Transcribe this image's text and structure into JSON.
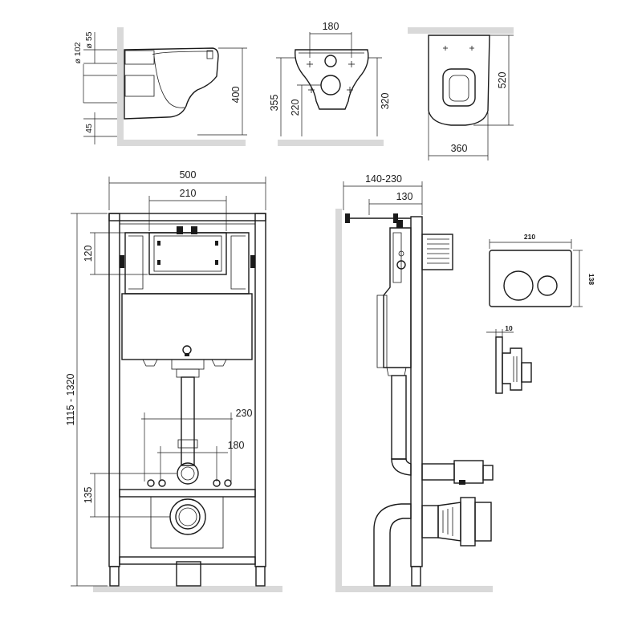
{
  "side_bowl": {
    "d102": "ø 102",
    "d55": "ø 55",
    "h45": "45",
    "h400": "400"
  },
  "front_bowl": {
    "w180": "180",
    "h355": "355",
    "h220": "220",
    "h320": "320"
  },
  "top_bowl": {
    "h520": "520",
    "w360": "360"
  },
  "frame_front": {
    "w500": "500",
    "w210": "210",
    "h120": "120",
    "h1115": "1115 - 1320",
    "w230": "230",
    "w180": "180",
    "h135": "135"
  },
  "frame_side": {
    "w140": "140-230",
    "w130": "130"
  },
  "plate_front": {
    "w210": "210",
    "h138": "138"
  },
  "plate_side": {
    "t10": "10"
  }
}
